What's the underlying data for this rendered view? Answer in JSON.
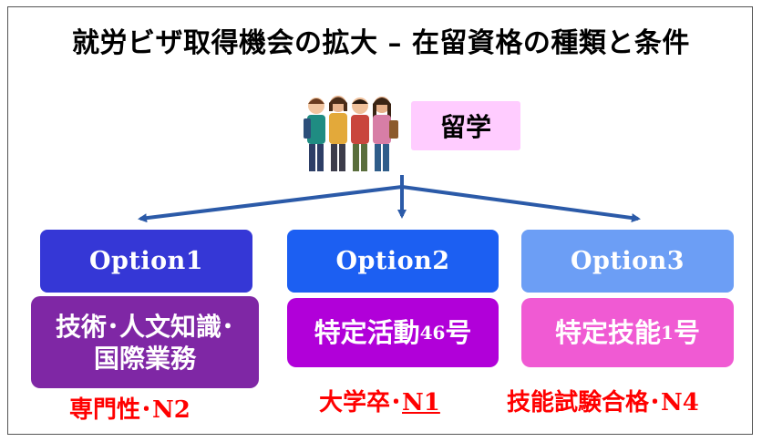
{
  "title": "就労ビザ取得機会の拡大 – 在留資格の種類と条件",
  "source": {
    "label": "留学",
    "image": "students-group-illustration"
  },
  "colors": {
    "option1": "#3537d6",
    "option2": "#1c5ff2",
    "option3": "#6c9ef5",
    "visa1": "#7f27a5",
    "visa2": "#b100d9",
    "visa3": "#f05ad3",
    "requirement": "#ff0000",
    "arrow": "#2b5aa8",
    "source_bg": "#ffccff"
  },
  "options": [
    {
      "label": "Option1",
      "visa": [
        "技術･人文知識･",
        "国際業務"
      ],
      "requirement": "専門性･N2"
    },
    {
      "label": "Option2",
      "visa": {
        "main": "特定活動",
        "number": "46",
        "suffix": "号"
      },
      "requirement": {
        "main": "大学卒･",
        "underlined": "N1"
      }
    },
    {
      "label": "Option3",
      "visa": {
        "main": "特定技能",
        "number": "1",
        "suffix": "号"
      },
      "requirement": "技能試験合格･N4"
    }
  ]
}
